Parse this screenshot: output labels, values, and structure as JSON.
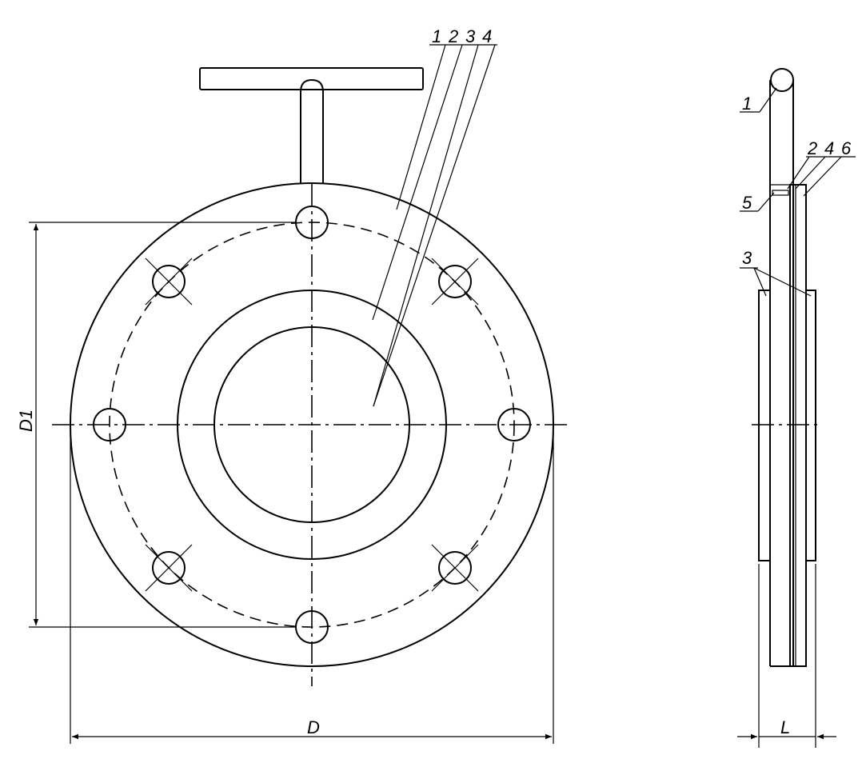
{
  "front_view": {
    "leaders": [
      "1",
      "2",
      "3",
      "4"
    ],
    "dim_outer": "D",
    "dim_bolt_circle": "D1"
  },
  "side_view": {
    "labels": {
      "handle": "1",
      "gate_a": "2",
      "gate_b": "4",
      "gate_c": "6",
      "pin": "5",
      "flanges": "3"
    },
    "dim_length": "L"
  }
}
